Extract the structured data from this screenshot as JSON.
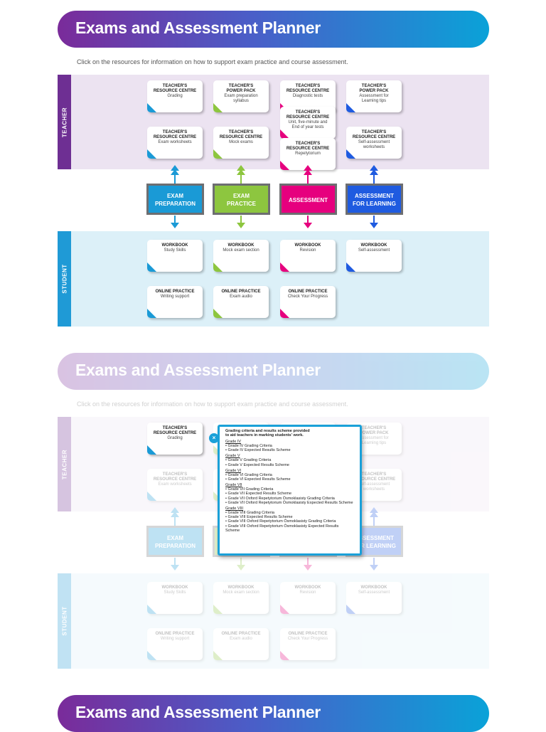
{
  "title": "Exams and Assessment Planner",
  "instruction": "Click on the resources for information on how to support exam practice and course assessment.",
  "labels": {
    "teacher": "TEACHER",
    "student": "STUDENT"
  },
  "colors": {
    "exam_prep": "#1a9ad6",
    "exam_practice": "#8dc63f",
    "assessment": "#e6007e",
    "assessment_learning": "#1f5be0"
  },
  "categories": [
    {
      "label_line1": "EXAM",
      "label_line2": "PREPARATION",
      "color": "#1a9ad6"
    },
    {
      "label_line1": "EXAM",
      "label_line2": "PRACTICE",
      "color": "#8dc63f"
    },
    {
      "label_line1": "ASSESSMENT",
      "label_line2": "",
      "color": "#e6007e"
    },
    {
      "label_line1": "ASSESSMENT",
      "label_line2": "FOR LEARNING",
      "color": "#1f5be0"
    }
  ],
  "teacher_cards": [
    {
      "h1": "TEACHER'S",
      "h2": "RESOURCE CENTRE",
      "s1": "Grading",
      "s2": ""
    },
    {
      "h1": "TEACHER'S",
      "h2": "RESOURCE CENTRE",
      "s1": "Exam worksheets",
      "s2": ""
    },
    {
      "h1": "TEACHER'S",
      "h2": "POWER PACK",
      "s1": "Exam preparation",
      "s2": "syllabus"
    },
    {
      "h1": "TEACHER'S",
      "h2": "RESOURCE CENTRE",
      "s1": "Mock exams",
      "s2": ""
    },
    {
      "h1": "TEACHER'S",
      "h2": "RESOURCE CENTRE",
      "s1": "Diagnostic tests",
      "s2": ""
    },
    {
      "h1": "TEACHER'S",
      "h2": "RESOURCE CENTRE",
      "s1": "Unit, five-minute and",
      "s2": "End of year tests"
    },
    {
      "h1": "TEACHER'S",
      "h2": "RESOURCE CENTRE",
      "s1": "Repetytorium",
      "s2": ""
    },
    {
      "h1": "TEACHER'S",
      "h2": "POWER PACK",
      "s1": "Assessment for",
      "s2": "Learning tips"
    },
    {
      "h1": "TEACHER'S",
      "h2": "RESOURCE CENTRE",
      "s1": "Self-assessment",
      "s2": "worksheets"
    }
  ],
  "student_cards": [
    {
      "h1": "WORKBOOK",
      "s1": "Study Skills"
    },
    {
      "h1": "ONLINE PRACTICE",
      "s1": "Writing support"
    },
    {
      "h1": "WORKBOOK",
      "s1": "Mock exam section"
    },
    {
      "h1": "ONLINE PRACTICE",
      "s1": "Exam audio"
    },
    {
      "h1": "WORKBOOK",
      "s1": "Revision"
    },
    {
      "h1": "ONLINE PRACTICE",
      "s1": "Check Your Progress"
    },
    {
      "h1": "WORKBOOK",
      "s1": "Self-assessment"
    }
  ],
  "popup": {
    "heading_line1": "Grading criteria and results scheme provided",
    "heading_line2": "to aid teachers in marking students' work.",
    "close_symbol": "×",
    "groups": [
      {
        "grade": "Grade IV",
        "items": [
          "Grade IV Grading Criteria",
          "Grade IV Expected Results Scheme"
        ]
      },
      {
        "grade": "Grade V",
        "items": [
          "Grade V Grading Criteria",
          "Grade V Expected Results Scheme"
        ]
      },
      {
        "grade": "Grade VI",
        "items": [
          "Grade VI Grading Criteria",
          "Grade VI Expected Results Scheme"
        ]
      },
      {
        "grade": "Grade VII",
        "items": [
          "Grade VII Grading Criteria",
          "Grade VII Expected Results Scheme",
          "Grade VII Oxford Repetytorium Ósmoklasisty Grading Criteria",
          "Grade VII Oxford Repetytorium Ósmoklasisty Expected Results Scheme"
        ]
      },
      {
        "grade": "Grade VIII",
        "items": [
          "Grade VIII Grading Criteria",
          "Grade VIII Expected Results Scheme",
          "Grade VIII Oxford Repetytorium Ósmoklasisty Grading Criteria",
          "Grade VIII Oxford Repetytorium Ósmoklasisty Expected Results Scheme"
        ]
      }
    ]
  }
}
